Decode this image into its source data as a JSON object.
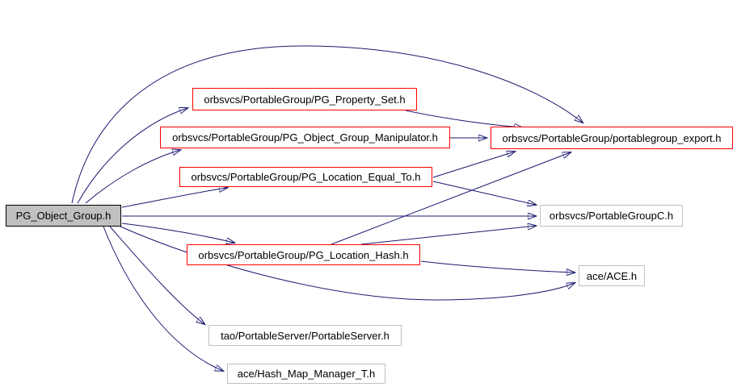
{
  "diagram": {
    "type": "include-dependency-graph",
    "colors": {
      "edge": "#191970",
      "truncated_node_border": "#ff0000",
      "plain_node_border": "#c0c0c0",
      "root_node_fill": "#c0c0c0",
      "root_node_border": "#000000",
      "text": "#000000",
      "background": "#ffffff"
    },
    "nodes": [
      {
        "id": "pg_object_group",
        "label": "PG_Object_Group.h",
        "border_color": "#000000",
        "fill": "#c0c0c0",
        "role": "root"
      },
      {
        "id": "pg_property_set",
        "label": "orbsvcs/PortableGroup/PG_Property_Set.h",
        "border_color": "#ff0000",
        "fill": "#ffffff"
      },
      {
        "id": "pg_object_group_manipulator",
        "label": "orbsvcs/PortableGroup/PG_Object_Group_Manipulator.h",
        "border_color": "#ff0000",
        "fill": "#ffffff"
      },
      {
        "id": "pg_location_equal_to",
        "label": "orbsvcs/PortableGroup/PG_Location_Equal_To.h",
        "border_color": "#ff0000",
        "fill": "#ffffff"
      },
      {
        "id": "portablegroup_export",
        "label": "orbsvcs/PortableGroup/portablegroup_export.h",
        "border_color": "#ff0000",
        "fill": "#ffffff"
      },
      {
        "id": "portablegroupc",
        "label": "orbsvcs/PortableGroupC.h",
        "border_color": "#c0c0c0",
        "fill": "#ffffff"
      },
      {
        "id": "pg_location_hash",
        "label": "orbsvcs/PortableGroup/PG_Location_Hash.h",
        "border_color": "#ff0000",
        "fill": "#ffffff"
      },
      {
        "id": "ace",
        "label": "ace/ACE.h",
        "border_color": "#c0c0c0",
        "fill": "#ffffff"
      },
      {
        "id": "portableserver",
        "label": "tao/PortableServer/PortableServer.h",
        "border_color": "#c0c0c0",
        "fill": "#ffffff"
      },
      {
        "id": "hash_map_manager_t",
        "label": "ace/Hash_Map_Manager_T.h",
        "border_color": "#c0c0c0",
        "fill": "#ffffff"
      }
    ],
    "edges": [
      {
        "from": "pg_object_group",
        "to": "portablegroup_export"
      },
      {
        "from": "pg_object_group",
        "to": "pg_property_set"
      },
      {
        "from": "pg_object_group",
        "to": "pg_object_group_manipulator"
      },
      {
        "from": "pg_object_group",
        "to": "pg_location_equal_to"
      },
      {
        "from": "pg_object_group",
        "to": "portablegroupc"
      },
      {
        "from": "pg_object_group",
        "to": "pg_location_hash"
      },
      {
        "from": "pg_object_group",
        "to": "ace"
      },
      {
        "from": "pg_object_group",
        "to": "portableserver"
      },
      {
        "from": "pg_object_group",
        "to": "hash_map_manager_t"
      },
      {
        "from": "pg_property_set",
        "to": "portablegroup_export"
      },
      {
        "from": "pg_object_group_manipulator",
        "to": "portablegroup_export"
      },
      {
        "from": "pg_location_equal_to",
        "to": "portablegroup_export"
      },
      {
        "from": "pg_location_equal_to",
        "to": "portablegroupc"
      },
      {
        "from": "pg_location_hash",
        "to": "portablegroup_export"
      },
      {
        "from": "pg_location_hash",
        "to": "portablegroupc"
      },
      {
        "from": "pg_location_hash",
        "to": "ace"
      }
    ]
  }
}
